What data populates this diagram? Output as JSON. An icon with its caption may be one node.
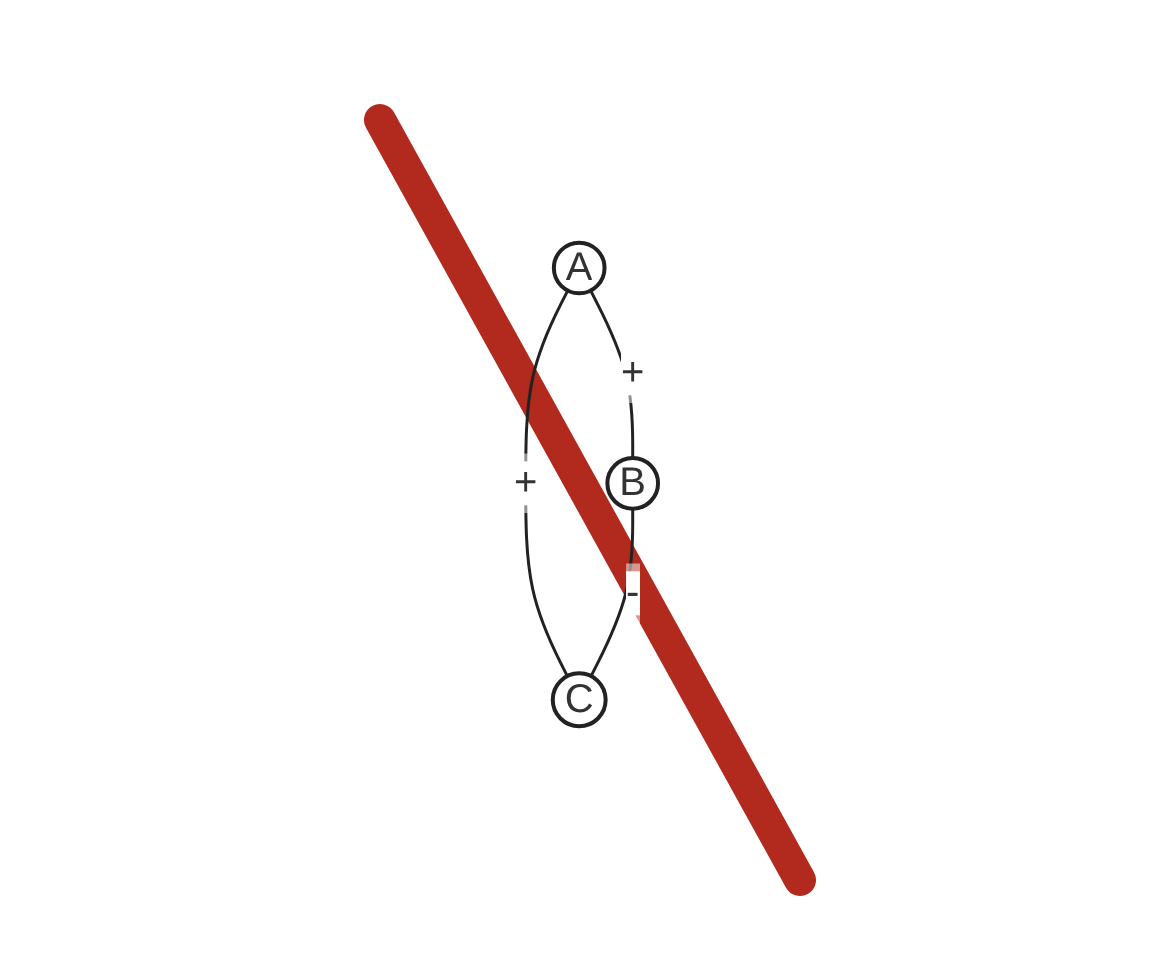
{
  "diagram": {
    "nodes": [
      {
        "text": [
          "A"
        ]
      },
      {
        "text": [
          "B"
        ]
      },
      {
        "text": [
          "C"
        ]
      }
    ],
    "edges": [
      {
        "from": 0,
        "to": 1,
        "arrow": "none",
        "label": "+"
      },
      {
        "from": 0,
        "to": 2,
        "arrow": "none",
        "label": "+"
      },
      {
        "from": 1,
        "to": 2,
        "arrow": "none",
        "label": "-"
      }
    ]
  }
}
